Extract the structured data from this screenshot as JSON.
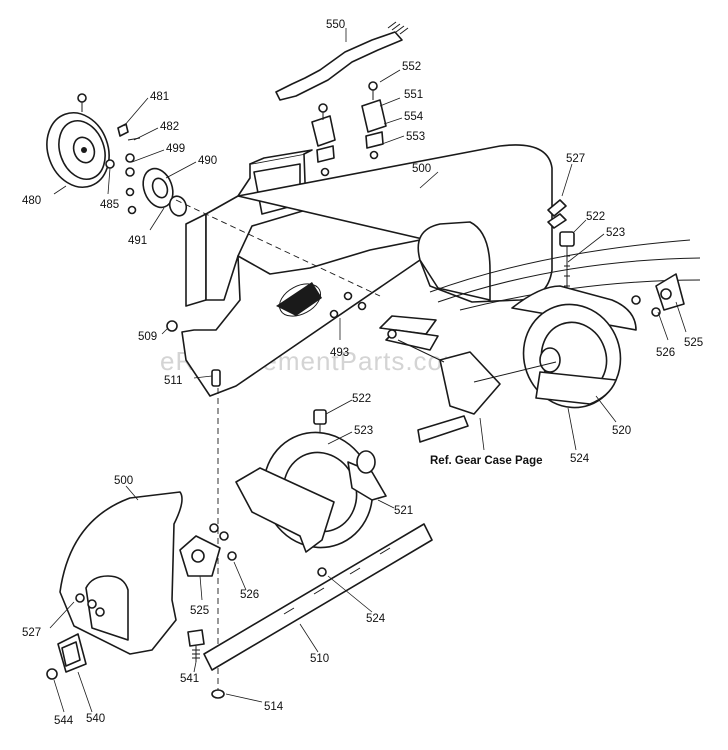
{
  "watermark": "eReplacementParts.com",
  "reference_note": "Ref. Gear Case Page",
  "part_numbers": {
    "p550": "550",
    "p552": "552",
    "p551": "551",
    "p554": "554",
    "p553": "553",
    "p481": "481",
    "p482": "482",
    "p499": "499",
    "p490": "490",
    "p480": "480",
    "p485": "485",
    "p491": "491",
    "p500_top": "500",
    "p527_top": "527",
    "p522_top": "522",
    "p523_top": "523",
    "p509": "509",
    "p493": "493",
    "p511": "511",
    "p526_right": "526",
    "p525_right": "525",
    "p520": "520",
    "p524_mid": "524",
    "p522_mid": "522",
    "p523_mid": "523",
    "p521": "521",
    "p500_left": "500",
    "p527_left": "527",
    "p525_left": "525",
    "p526_left": "526",
    "p524_bottom": "524",
    "p510": "510",
    "p541": "541",
    "p544": "544",
    "p540": "540",
    "p514": "514"
  }
}
